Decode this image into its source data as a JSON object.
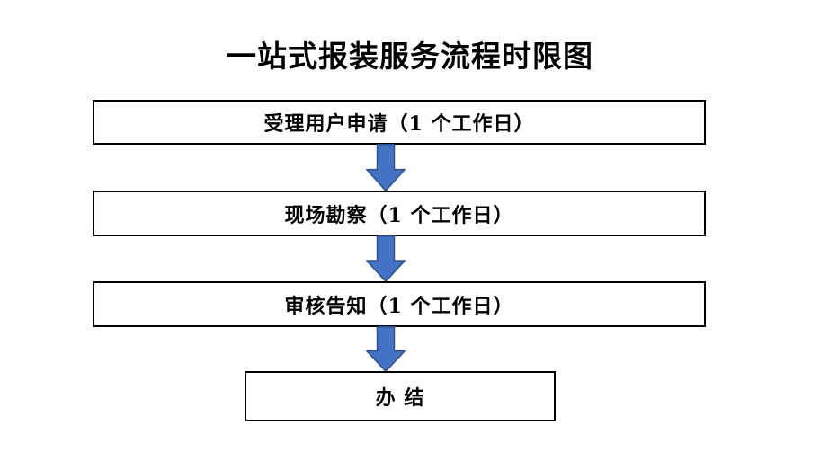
{
  "title": "一站式报装服务流程时限图",
  "flowchart": {
    "steps": [
      {
        "label": "受理用户申请（1 个工作日）"
      },
      {
        "label": "现场勘察（1 个工作日）"
      },
      {
        "label": "审核告知（1 个工作日）"
      },
      {
        "label": "办 结"
      }
    ],
    "connector": "down-arrow"
  },
  "colors": {
    "background": "#FFFFFF",
    "box_border": "#000000",
    "text": "#000000",
    "arrow_fill": "#4472C4",
    "arrow_border": "#2F528F"
  }
}
